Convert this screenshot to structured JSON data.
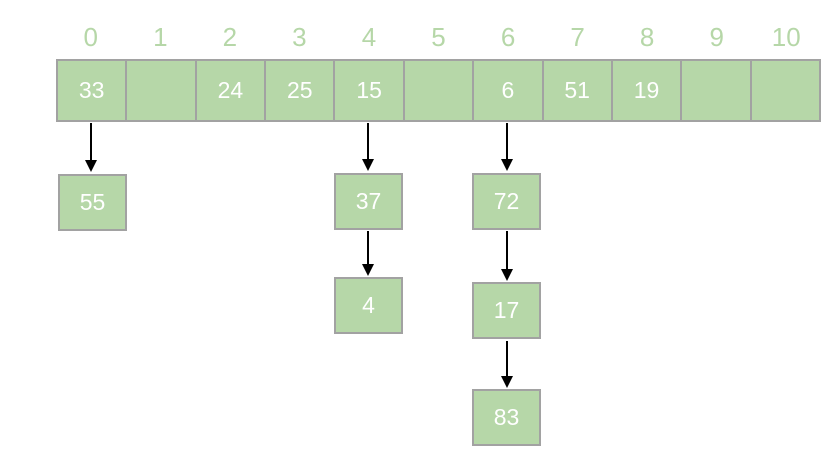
{
  "colors": {
    "cell_fill": "#b6d7a8",
    "cell_border": "#a2a2a2",
    "index_label_text": "#b6d7a8",
    "value_text": "#ffffff",
    "arrow": "#000000",
    "background": "#ffffff"
  },
  "hash_table": {
    "indices": [
      "0",
      "1",
      "2",
      "3",
      "4",
      "5",
      "6",
      "7",
      "8",
      "9",
      "10"
    ],
    "buckets": [
      "33",
      "",
      "24",
      "25",
      "15",
      "",
      "6",
      "51",
      "19",
      "",
      ""
    ],
    "chains": [
      {
        "index": 0,
        "nodes": [
          "55"
        ]
      },
      {
        "index": 4,
        "nodes": [
          "37",
          "4"
        ]
      },
      {
        "index": 6,
        "nodes": [
          "72",
          "17",
          "83"
        ]
      }
    ]
  }
}
